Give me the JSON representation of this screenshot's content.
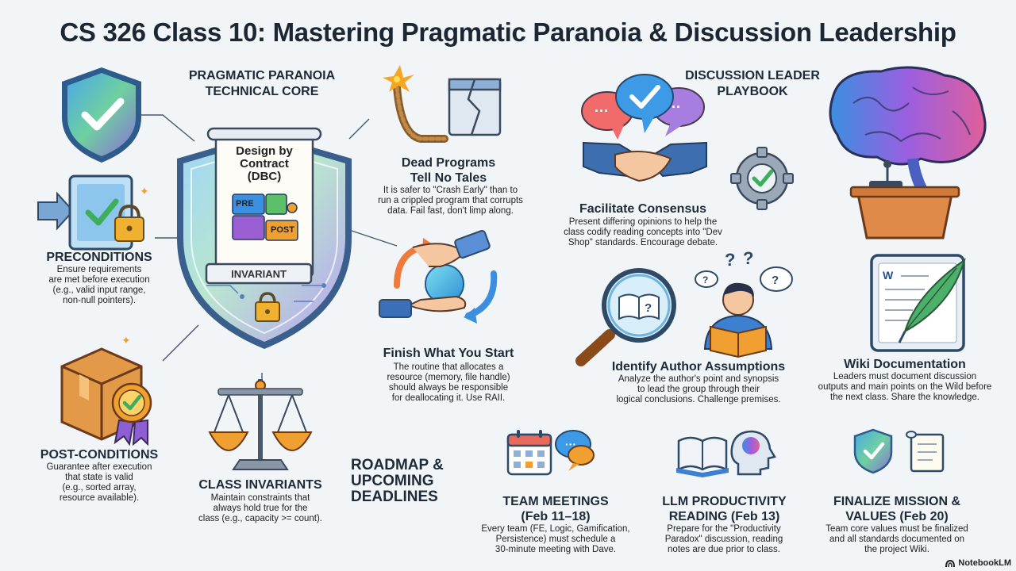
{
  "title": "CS 326 Class 10: Mastering Pragmatic Paranoia & Discussion Leadership",
  "sections": {
    "technical_core": "PRAGMATIC PARANOIA\nTECHNICAL CORE",
    "discussion_leader": "DISCUSSION LEADER\nPLAYBOOK",
    "roadmap": "ROADMAP &\nUPCOMING\nDEADLINES"
  },
  "contract": {
    "title": "Design by\nContract\n(DBC)",
    "pre": "PRE",
    "post": "POST",
    "invariant": "INVARIANT"
  },
  "items": {
    "preconditions": {
      "title": "PRECONDITIONS",
      "text": "Ensure requirements\nare met before execution\n(e.g., valid input range,\nnon-null pointers)."
    },
    "postconditions": {
      "title": "POST-CONDITIONS",
      "text": "Guarantee after execution\nthat state is valid\n(e.g., sorted array,\nresource available)."
    },
    "class_invariants": {
      "title": "CLASS INVARIANTS",
      "text": "Maintain constraints that\nalways hold true for the\nclass (e.g., capacity >= count)."
    },
    "dead_programs": {
      "title": "Dead Programs\nTell No Tales",
      "text": "It is safer to \"Crash Early\" than to\nrun a crippled program that corrupts\ndata. Fail fast, don't limp along."
    },
    "finish_start": {
      "title": "Finish What You Start",
      "text": "The routine that allocates a\nresource (memory, file handle)\nshould always be responsible\nfor deallocating it. Use RAII."
    },
    "facilitate": {
      "title": "Facilitate Consensus",
      "text": "Present differing opinions to help the\nclass codify reading concepts into \"Dev\nShop\" standards. Encourage debate."
    },
    "author_assumptions": {
      "title": "Identify Author Assumptions",
      "text": "Analyze the author's point and synopsis\nto lead the group through their\nlogical conclusions. Challenge premises."
    },
    "wiki": {
      "title": "Wiki Documentation",
      "text": "Leaders must document discussion\noutputs and main points on the Wild before\nthe next class. Share the knowledge."
    },
    "team_meetings": {
      "title": "TEAM MEETINGS\n(Feb 11–18)",
      "text": "Every team (FE, Logic, Gamification,\nPersistence) must schedule a\n30-minute meeting with Dave."
    },
    "llm_reading": {
      "title": "LLM PRODUCTIVITY\nREADING (Feb 13)",
      "text": "Prepare for the \"Productivity\nParadox\" discussion, reading\nnotes are due prior to class."
    },
    "mission": {
      "title": "FINALIZE MISSION &\nVALUES (Feb 20)",
      "text": "Team core values must be finalized\nand all standards documented on\nthe project Wiki."
    }
  },
  "icons": {
    "shield_check": "shield-check-icon",
    "tablet_lock": "tablet-lock-icon",
    "box_ribbon": "package-award-icon",
    "scales": "balance-scale-icon",
    "fuse": "bomb-fuse-icon",
    "hands_globe": "hands-globe-icon",
    "speech_bubbles": "speech-bubbles-icon",
    "handshake": "handshake-icon",
    "gear_check": "gear-check-icon",
    "brain_podium": "brain-podium-icon",
    "magnifier_book": "magnifier-book-icon",
    "reader": "reader-question-icon",
    "tablet_quill": "tablet-quill-icon",
    "calendar": "calendar-icon",
    "chat": "chat-bubble-icon",
    "open_book": "open-book-icon",
    "head": "head-brain-icon",
    "shield_small": "shield-small-icon",
    "scroll": "scroll-icon"
  },
  "colors": {
    "background": "#f1f5f8",
    "title": "#1c2733",
    "accent_blue": "#4a90d9",
    "accent_green": "#4cb06b",
    "accent_purple": "#8d5fd3",
    "accent_orange": "#f0a030"
  },
  "footer": {
    "badge": "NotebookLM"
  }
}
